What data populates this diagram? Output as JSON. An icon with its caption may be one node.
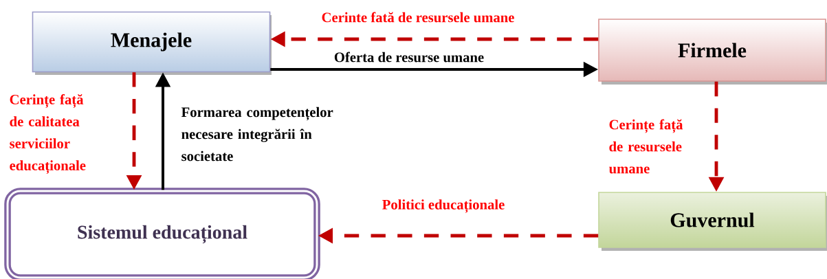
{
  "diagram": {
    "nodes": [
      {
        "text": [
          "Menajele"
        ]
      },
      {
        "text": [
          "Firmele"
        ]
      },
      {
        "text": [
          "Sistemul educațional"
        ]
      },
      {
        "text": [
          "Guvernul"
        ]
      }
    ],
    "edges": [
      {
        "from": 1,
        "to": 0,
        "arrow": "to",
        "style": "dashed",
        "label": "Cerinte fată de resursele umane"
      },
      {
        "from": 0,
        "to": 1,
        "arrow": "to",
        "color": "#000000",
        "label": "Oferta de resurse umane"
      },
      {
        "from": 0,
        "to": 2,
        "arrow": "to",
        "style": "dashed",
        "label": "Cerințe față de calitatea serviciilor educaționale"
      },
      {
        "from": 2,
        "to": 0,
        "arrow": "to",
        "color": "#000000",
        "label": "Formarea competențelor necesare integrării în societate"
      },
      {
        "from": 1,
        "to": 3,
        "arrow": "to",
        "style": "dashed",
        "label": "Cerințe față de resursele umane"
      },
      {
        "from": 3,
        "to": 2,
        "arrow": "to",
        "style": "dashed",
        "label": "Politici educaționale"
      }
    ]
  }
}
